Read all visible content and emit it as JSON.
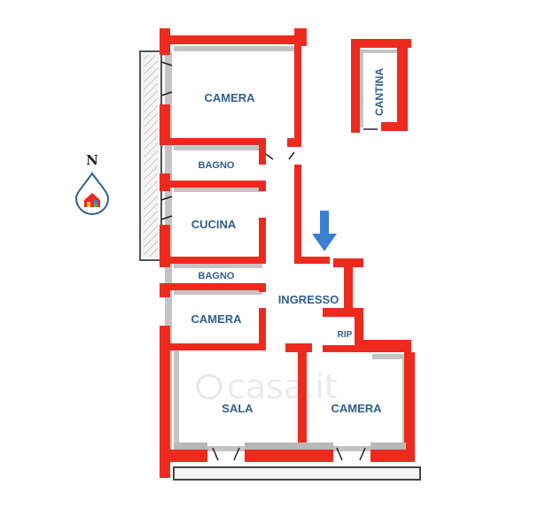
{
  "rooms": {
    "camera_top": "CAMERA",
    "bagno_top": "BAGNO",
    "cucina": "CUCINA",
    "bagno_mid": "BAGNO",
    "camera_mid": "CAMERA",
    "ingresso": "INGRESSO",
    "rip": "RIP",
    "sala": "SALA",
    "camera_right": "CAMERA",
    "cantina": "CANTINA"
  },
  "compass": {
    "north_label": "N"
  },
  "watermark": {
    "text": "casa.it"
  },
  "colors": {
    "wall": "#ee2a1f",
    "wall_shadow": "#bfbfbf",
    "label": "#2f5f8f",
    "entry_arrow": "#3a7fd0"
  }
}
